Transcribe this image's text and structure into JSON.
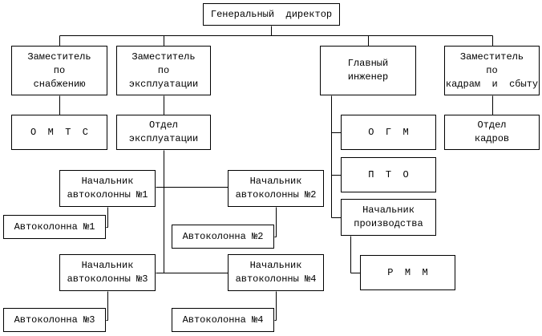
{
  "diagram": {
    "nodes": [
      {
        "id": "ceo",
        "lines": [
          "Генеральный  директор"
        ]
      },
      {
        "id": "dep_supply",
        "lines": [
          "Заместитель",
          "по",
          "снабжению"
        ]
      },
      {
        "id": "dep_ops",
        "lines": [
          "Заместитель",
          "по",
          "эксплуатации"
        ]
      },
      {
        "id": "chief_eng",
        "lines": [
          "Главный",
          "инженер"
        ]
      },
      {
        "id": "dep_hr",
        "lines": [
          "Заместитель",
          "по",
          "кадрам  и  сбыту"
        ]
      },
      {
        "id": "omts",
        "lines": [
          "О  М  Т  С"
        ]
      },
      {
        "id": "ops_dept",
        "lines": [
          "Отдел",
          "эксплуатации"
        ]
      },
      {
        "id": "og_m",
        "lines": [
          "О  Г  М"
        ]
      },
      {
        "id": "hr_dept",
        "lines": [
          "Отдел",
          "кадров"
        ]
      },
      {
        "id": "head1",
        "lines": [
          "Начальник",
          "автоколонны №1"
        ]
      },
      {
        "id": "head2",
        "lines": [
          "Начальник",
          "автоколонны №2"
        ]
      },
      {
        "id": "pto",
        "lines": [
          "П  Т  О"
        ]
      },
      {
        "id": "col1",
        "lines": [
          "Автоколонна №1"
        ]
      },
      {
        "id": "col2",
        "lines": [
          "Автоколонна №2"
        ]
      },
      {
        "id": "prod_head",
        "lines": [
          "Начальник",
          "производства"
        ]
      },
      {
        "id": "rmm",
        "lines": [
          "Р  М  М"
        ]
      },
      {
        "id": "head3",
        "lines": [
          "Начальник",
          "автоколонны №3"
        ]
      },
      {
        "id": "head4",
        "lines": [
          "Начальник",
          "автоколонны №4"
        ]
      },
      {
        "id": "col3",
        "lines": [
          "Автоколонна №3"
        ]
      },
      {
        "id": "col4",
        "lines": [
          "Автоколонна №4"
        ]
      }
    ],
    "colors": {
      "line": "#000000",
      "box_border": "#000000",
      "background": "#ffffff"
    }
  }
}
